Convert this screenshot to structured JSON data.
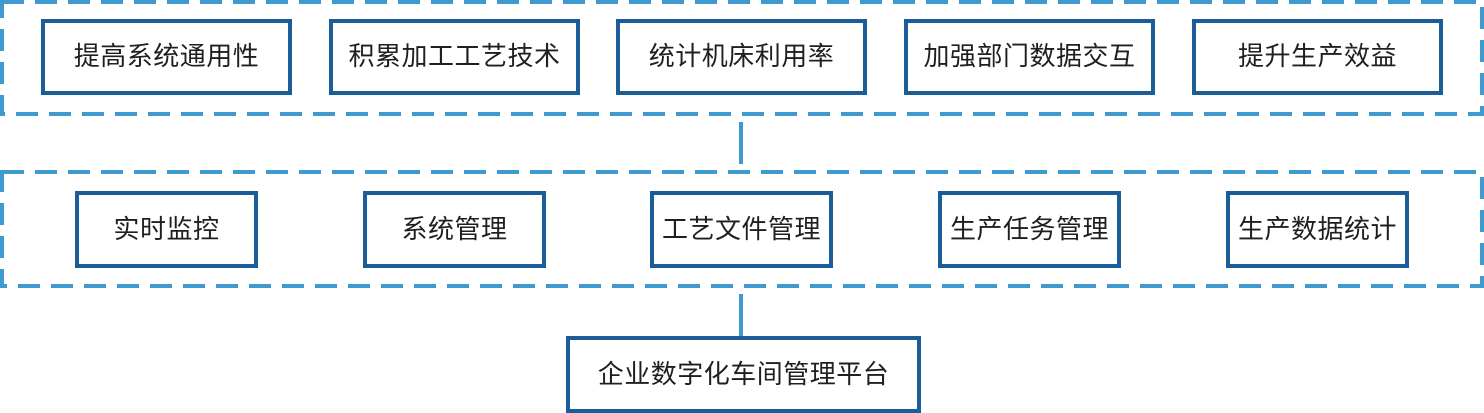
{
  "diagram": {
    "colors": {
      "node_border": "#1a5d98",
      "frame_dash": "#3f9bcf",
      "connector": "#3f9bcf",
      "text": "#1f1f1f",
      "background": "#ffffff"
    },
    "top_row": [
      {
        "label": "提高系统通用性"
      },
      {
        "label": "积累加工工艺技术"
      },
      {
        "label": "统计机床利用率"
      },
      {
        "label": "加强部门数据交互"
      },
      {
        "label": "提升生产效益"
      }
    ],
    "middle_row": [
      {
        "label": "实时监控"
      },
      {
        "label": "系统管理"
      },
      {
        "label": "工艺文件管理"
      },
      {
        "label": "生产任务管理"
      },
      {
        "label": "生产数据统计"
      }
    ],
    "bottom": {
      "label": "企业数字化车间管理平台"
    }
  }
}
